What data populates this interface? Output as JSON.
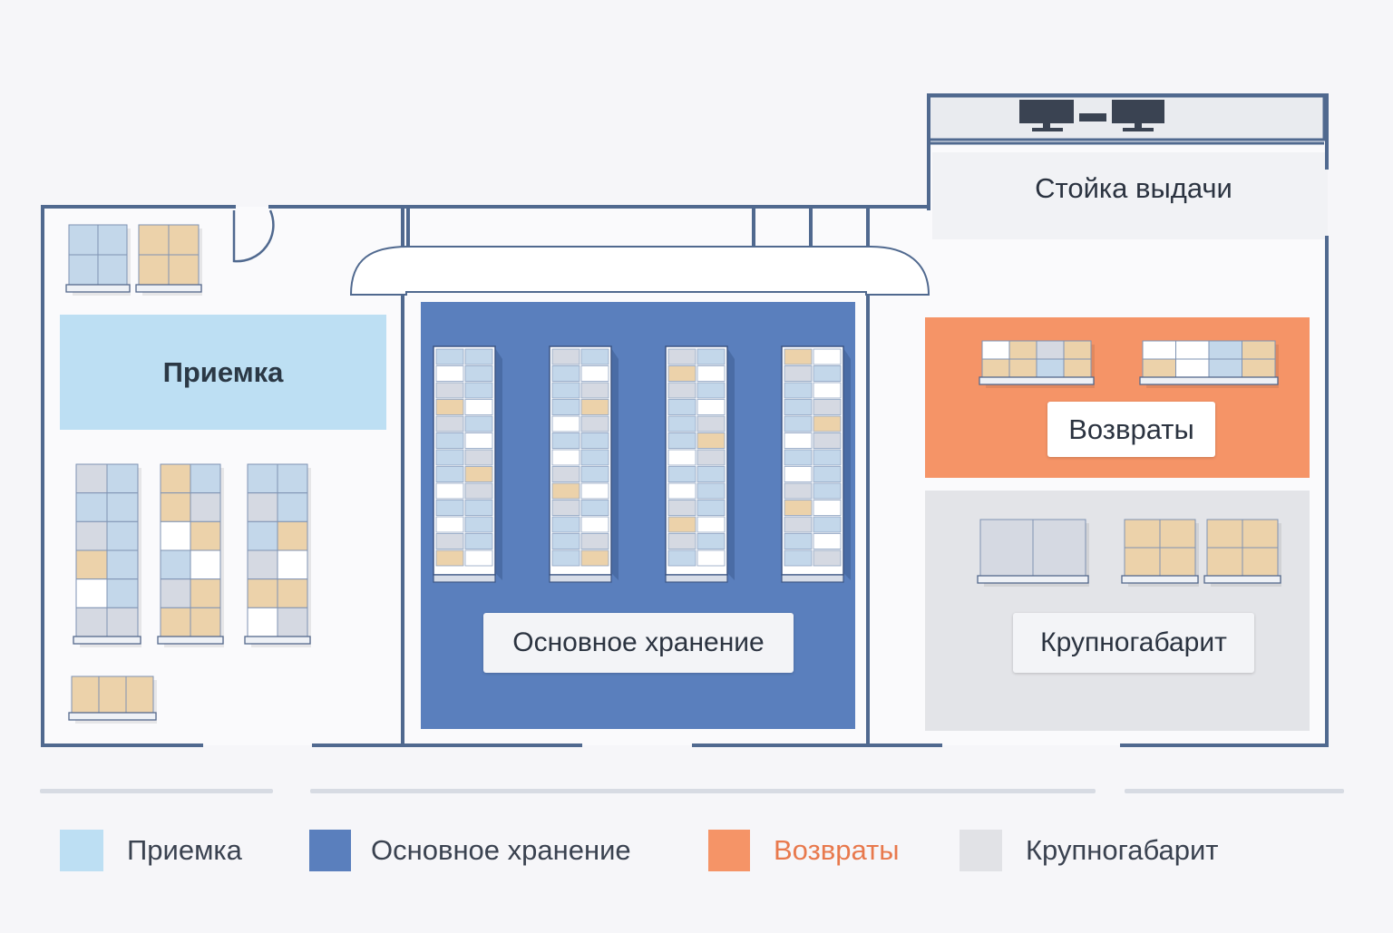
{
  "zones": {
    "receiving": {
      "label": "Приемка",
      "color": "#bddff3"
    },
    "main_storage": {
      "label": "Основное хранение",
      "color": "#5a7fbd"
    },
    "returns": {
      "label": "Возвраты",
      "color": "#f59467"
    },
    "oversized": {
      "label": "Крупногабарит",
      "color": "#e3e4e8"
    },
    "pickup_counter": {
      "label": "Стойка выдачи"
    }
  },
  "legend": {
    "items": [
      {
        "label": "Приемка",
        "color": "#bddff3"
      },
      {
        "label": "Основное хранение",
        "color": "#5a7fbd"
      },
      {
        "label": "Возвраты",
        "color": "#f59467",
        "text_color": "#e8794d"
      },
      {
        "label": "Крупногабарит",
        "color": "#e1e2e6"
      }
    ]
  },
  "colors": {
    "wall": "#50698f",
    "box_blue": "#c3d7ea",
    "box_tan": "#ecd2aa",
    "box_white": "#ffffff",
    "box_gray": "#d5d9e2",
    "monitor": "#3a4352"
  }
}
